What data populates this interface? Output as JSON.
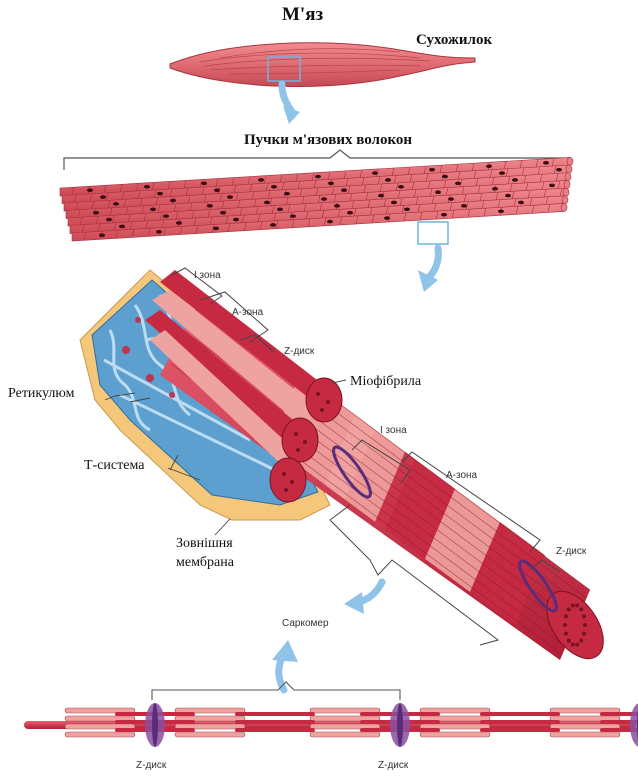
{
  "labels": {
    "muscle": "М'яз",
    "tendon": "Сухожилок",
    "fiber_bundles": "Пучки м'язових волокон",
    "i_zone_top": "I зона",
    "a_zone_top": "А-зона",
    "z_disk_top": "Z-диск",
    "myofibril": "Міофібрила",
    "reticulum": "Ретикулюм",
    "i_zone_mid": "I зона",
    "t_system": "Т-система",
    "a_zone_mid": "А-зона",
    "outer_membrane_line1": "Зовнішня",
    "outer_membrane_line2": "мембрана",
    "z_disk_right": "Z-диск",
    "sarcomere": "Саркомер",
    "z_disk_bottom_left": "Z-диск",
    "z_disk_bottom_right": "Z-диск"
  },
  "colors": {
    "muscle": "#e06a72",
    "muscle_dark": "#b8323f",
    "fiber": "#d9545f",
    "myofibril_red": "#c62a43",
    "myofibril_pink": "#efa3a0",
    "reticulum_blue": "#5d9fcf",
    "membrane_tan": "#f5c77a",
    "arrow_blue": "#8fc3e8",
    "z_disk_purple": "#8a4da0",
    "nucleus": "#3a0d12"
  }
}
